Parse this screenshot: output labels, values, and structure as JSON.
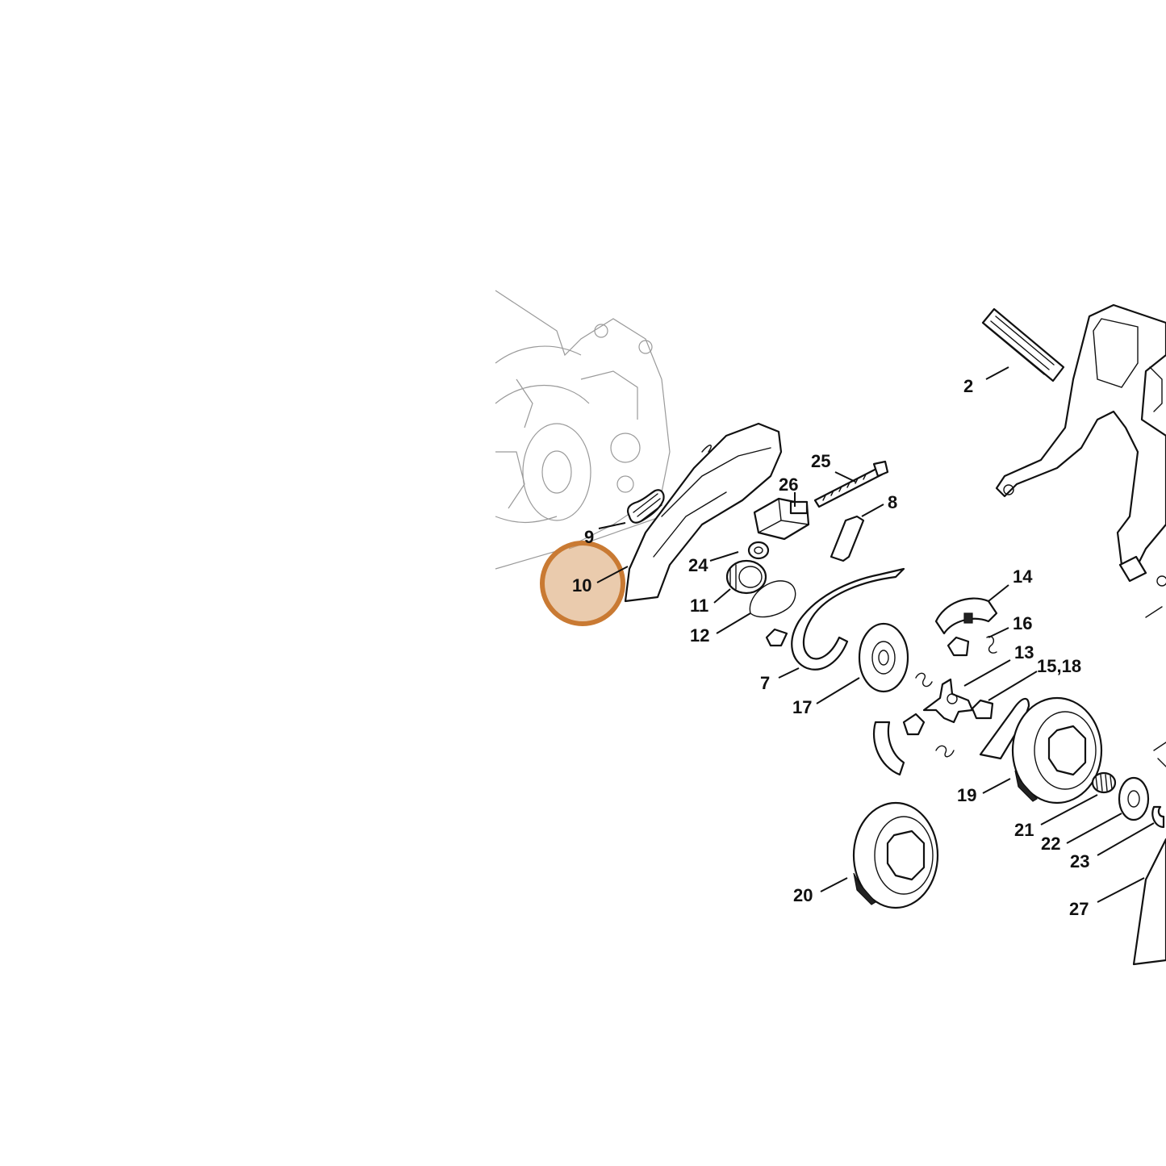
{
  "diagram": {
    "highlight": {
      "label": "10",
      "fill": "#d9a06a",
      "stroke": "#c97a33"
    },
    "callouts": {
      "c2": "2",
      "c7": "7",
      "c8": "8",
      "c9": "9",
      "c10": "10",
      "c11": "11",
      "c12": "12",
      "c13": "13",
      "c14": "14",
      "c15_18": "15,18",
      "c16": "16",
      "c17": "17",
      "c19": "19",
      "c20": "20",
      "c21": "21",
      "c22": "22",
      "c23": "23",
      "c24": "24",
      "c25": "25",
      "c26": "26",
      "c27": "27"
    }
  }
}
